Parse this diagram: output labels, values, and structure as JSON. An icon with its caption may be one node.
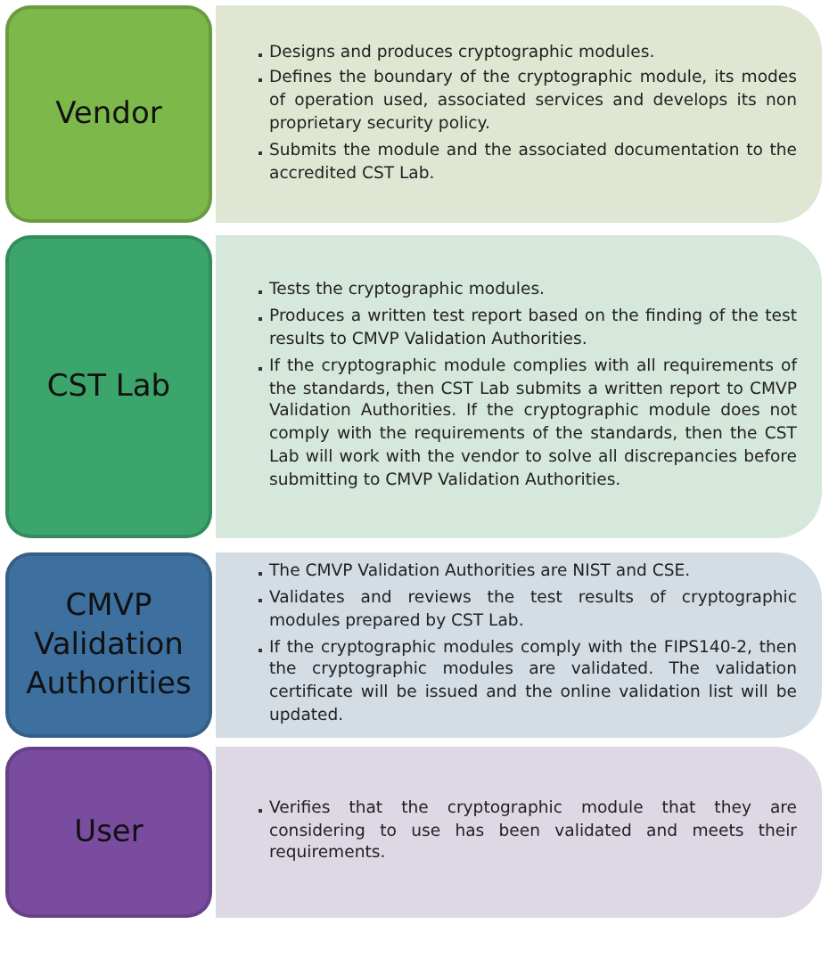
{
  "diagram": {
    "nodes": [
      {
        "text": [
          "Vendor"
        ]
      },
      {
        "text": [
          "Designs and produces cryptographic modules.",
          "Defines the boundary of the cryptographic module, its modes of operation used, associated services and develops its non proprietary security policy.",
          "Submits the module and the associated documentation to the accredited CST Lab."
        ]
      },
      {
        "text": [
          "CST Lab"
        ]
      },
      {
        "text": [
          "Tests the cryptographic modules.",
          "Produces a written test report based on the finding of the test results to CMVP Validation Authorities.",
          "If the cryptographic module complies with all requirements of the standards, then CST Lab submits a written report to CMVP Validation Authorities. If the cryptographic module does not comply with the requirements of the standards, then the CST Lab will work with the vendor to solve all discrepancies before submitting to CMVP Validation Authorities."
        ]
      },
      {
        "text": [
          "CMVP Validation Authorities"
        ]
      },
      {
        "text": [
          "The CMVP Validation Authorities are NIST and CSE.",
          "Validates and reviews the test results of cryptographic modules prepared by CST Lab.",
          "If the cryptographic modules comply with the FIPS140-2, then the cryptographic modules are validated. The validation certificate will be issued and the online validation list will be updated."
        ]
      },
      {
        "text": [
          "User"
        ]
      },
      {
        "text": [
          "Verifies that the cryptographic module that they are considering to use has been validated and meets their requirements."
        ]
      }
    ]
  }
}
